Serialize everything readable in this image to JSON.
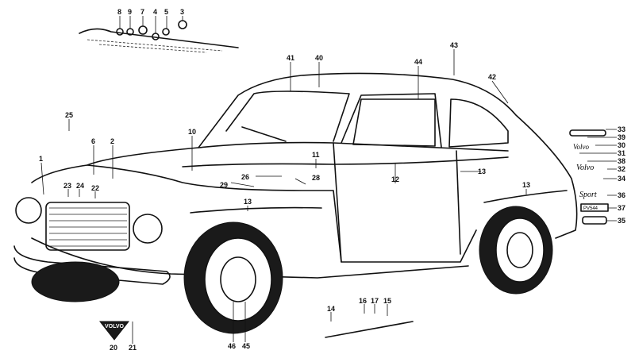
{
  "diagram": {
    "type": "exploded parts illustration - car body trim",
    "callouts": [
      "8",
      "9",
      "7",
      "4",
      "5",
      "3",
      "43",
      "41",
      "40",
      "44",
      "42",
      "25",
      "10",
      "6",
      "2",
      "1",
      "11",
      "12",
      "13",
      "13",
      "13",
      "26",
      "28",
      "29",
      "23",
      "24",
      "22",
      "33",
      "39",
      "30",
      "31",
      "38",
      "32",
      "34",
      "36",
      "37",
      "35",
      "14",
      "16",
      "17",
      "15",
      "20",
      "21",
      "46",
      "45"
    ],
    "badge_text": "VOLVO",
    "script_emblems": [
      "Volvo",
      "Sport",
      "PV544"
    ]
  }
}
